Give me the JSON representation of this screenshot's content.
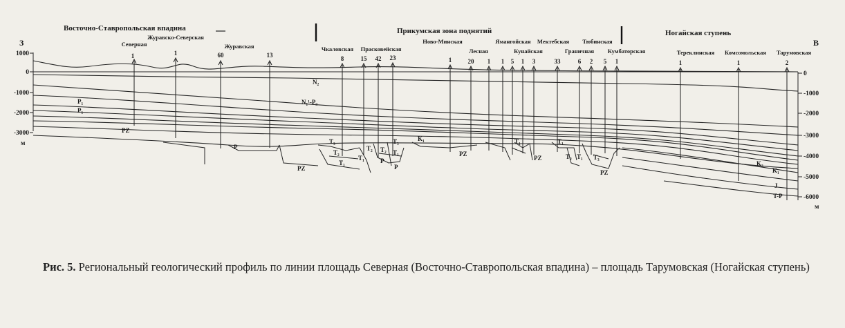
{
  "figure": {
    "directions": {
      "west": "З",
      "east": "В"
    },
    "zones": [
      {
        "id": "z1",
        "label": "Восточно-Ставропольская впадина"
      },
      {
        "id": "z2",
        "label": "Прикумская зона поднятий"
      },
      {
        "id": "z3",
        "label": "Ногайская ступень"
      }
    ],
    "areas": [
      {
        "id": "a1",
        "name": "Северная",
        "well": "1"
      },
      {
        "id": "a2",
        "name": "Журавско-Северская",
        "well": "1"
      },
      {
        "id": "a3",
        "name": "Журавская",
        "well": "60"
      },
      {
        "id": "a4",
        "name": "",
        "well": "13"
      },
      {
        "id": "a5",
        "name": "Чкаловская",
        "well": "8"
      },
      {
        "id": "a6",
        "name": "Прасковейская",
        "well": "15"
      },
      {
        "id": "a7",
        "name": "",
        "well": "42"
      },
      {
        "id": "a8",
        "name": "",
        "well": "23"
      },
      {
        "id": "a9",
        "name": "Ново-Минская",
        "well": "1"
      },
      {
        "id": "a10",
        "name": "Лесная",
        "well": "20"
      },
      {
        "id": "a11",
        "name": "",
        "well": "1"
      },
      {
        "id": "a12",
        "name": "Ямангойская",
        "well": "1"
      },
      {
        "id": "a13",
        "name": "Кунайская",
        "well": "5"
      },
      {
        "id": "a14",
        "name": "",
        "well": "1"
      },
      {
        "id": "a15",
        "name": "",
        "well": "3"
      },
      {
        "id": "a16",
        "name": "Мектебская",
        "well": "33"
      },
      {
        "id": "a17",
        "name": "Граничная",
        "well": "6"
      },
      {
        "id": "a18",
        "name": "Тюбинская",
        "well": "2"
      },
      {
        "id": "a19",
        "name": "Кумбаторская",
        "well": "5"
      },
      {
        "id": "a20",
        "name": "",
        "well": "1"
      },
      {
        "id": "a21",
        "name": "Тереклинская",
        "well": "1"
      },
      {
        "id": "a22",
        "name": "Комсомольская",
        "well": "1"
      },
      {
        "id": "a23",
        "name": "Тарумовская",
        "well": "2"
      }
    ],
    "left_axis": {
      "ticks": [
        "1000",
        "0",
        "-1000",
        "-2000",
        "-3000"
      ],
      "unit": "м"
    },
    "right_axis": {
      "ticks": [
        "0",
        "-1000",
        "-2000",
        "-3000",
        "-4000",
        "-5000",
        "-6000"
      ],
      "unit": "м"
    },
    "strata_labels": [
      {
        "id": "s1",
        "text": "P₁"
      },
      {
        "id": "s2",
        "text": "P₁"
      },
      {
        "id": "s3",
        "text": "N₂"
      },
      {
        "id": "s4",
        "text": "N₁¹-P₃"
      },
      {
        "id": "s5",
        "text": "PZ"
      },
      {
        "id": "s6",
        "text": "P"
      },
      {
        "id": "s7",
        "text": "PZ"
      },
      {
        "id": "s8",
        "text": "T₃"
      },
      {
        "id": "s9",
        "text": "T₂"
      },
      {
        "id": "s10",
        "text": "T₁"
      },
      {
        "id": "s11",
        "text": "T₂"
      },
      {
        "id": "s12",
        "text": "T₁"
      },
      {
        "id": "s13",
        "text": "T₂"
      },
      {
        "id": "s14",
        "text": "P"
      },
      {
        "id": "s15",
        "text": "T₃"
      },
      {
        "id": "s16",
        "text": "T₁"
      },
      {
        "id": "s17",
        "text": "P"
      },
      {
        "id": "s18",
        "text": "K₁"
      },
      {
        "id": "s19",
        "text": "PZ"
      },
      {
        "id": "s20",
        "text": "T₁"
      },
      {
        "id": "s21",
        "text": "PZ"
      },
      {
        "id": "s22",
        "text": "T₁"
      },
      {
        "id": "s23",
        "text": "T₂"
      },
      {
        "id": "s24",
        "text": "T₁"
      },
      {
        "id": "s25",
        "text": "T₃"
      },
      {
        "id": "s26",
        "text": "PZ"
      },
      {
        "id": "s27",
        "text": "K₂"
      },
      {
        "id": "s28",
        "text": "K₁"
      },
      {
        "id": "s29",
        "text": "J"
      },
      {
        "id": "s30",
        "text": "T-P"
      }
    ]
  },
  "caption": {
    "label": "Рис. 5.",
    "text": "Региональный геологический профиль по линии площадь Северная (Восточно-Ставропольская впадина) – площадь Тарумовская (Ногайская ступень)"
  }
}
